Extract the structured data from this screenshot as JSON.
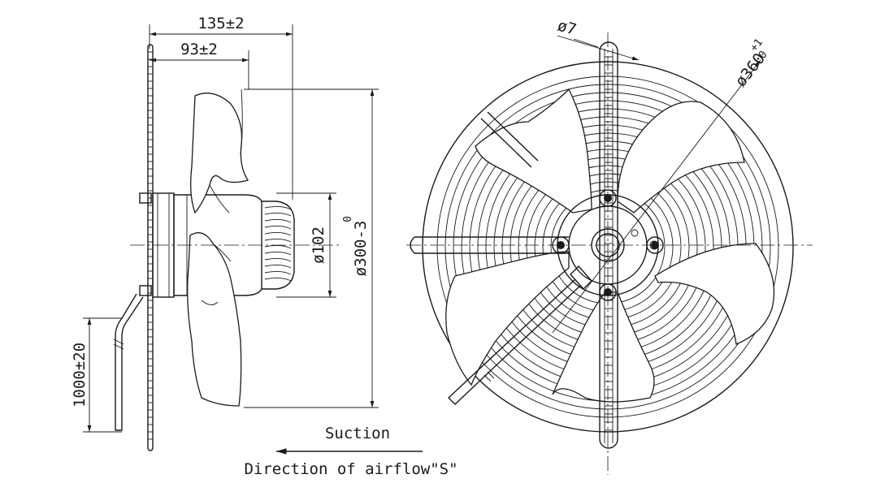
{
  "dimensions": {
    "overall_depth": "135±2",
    "blade_depth": "93±2",
    "motor_diameter": "ø102",
    "blade_diameter_tol_upper": "0",
    "blade_diameter": "ø300-3",
    "cable_length": "1000±20",
    "mount_hole": "ø7",
    "guard_diameter": "ø360",
    "guard_diameter_tol_upper": "+1",
    "guard_diameter_tol_lower": "0"
  },
  "labels": {
    "suction": "Suction",
    "airflow_direction": "Direction of airflow\"S\""
  }
}
